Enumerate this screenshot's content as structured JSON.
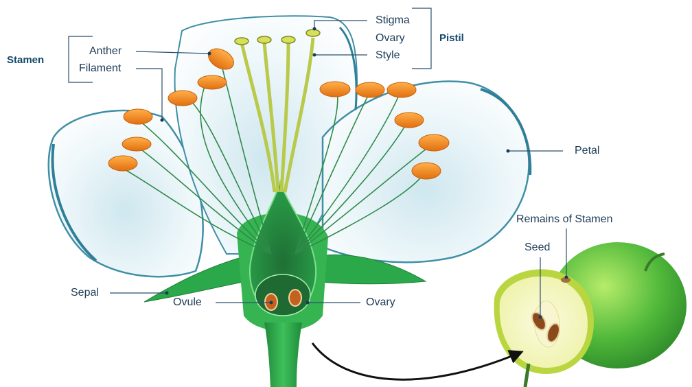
{
  "groups": {
    "stamen": "Stamen",
    "pistil": "Pistil"
  },
  "labels": {
    "anther": "Anther",
    "filament": "Filament",
    "stigma": "Stigma",
    "ovary_top": "Ovary",
    "style": "Style",
    "petal": "Petal",
    "sepal": "Sepal",
    "ovule": "Ovule",
    "ovary": "Ovary",
    "remains_of_stamen": "Remains of Stamen",
    "seed": "Seed"
  },
  "colors": {
    "label_text": "#1d3b57",
    "group_text": "#12476b",
    "leader_line": "#2a4f6e",
    "petal_edge": "#3f8fa6",
    "petal_fill": "#eaf5f9",
    "sepal_green": "#2aa84a",
    "stem_dark": "#1f7f3a",
    "anther_orange": "#f08a1c",
    "style_yellow": "#b9c94a",
    "apple_green": "#49b33a",
    "apple_flesh": "#f4f6c2"
  }
}
